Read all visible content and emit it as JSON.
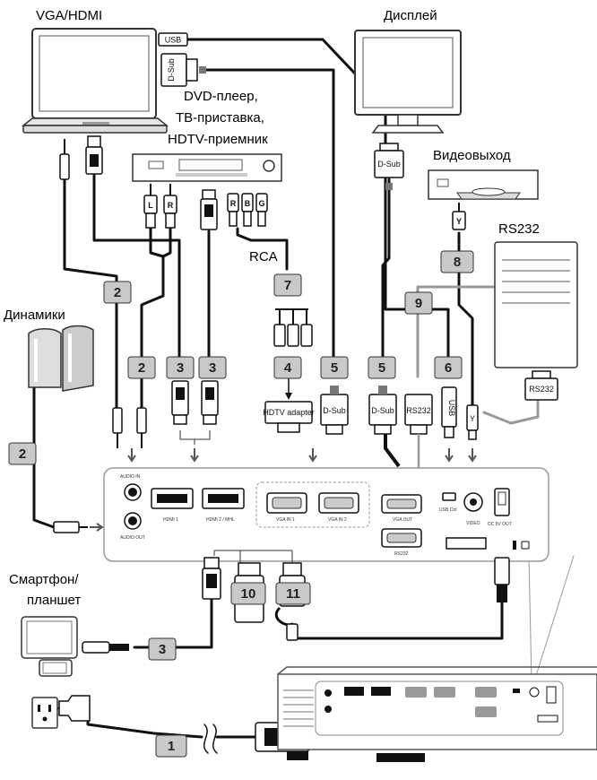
{
  "labels": {
    "vga_hdmi": "VGA/HDMI",
    "display": "Дисплей",
    "dvd_line1": "DVD-плеер,",
    "dvd_line2": "ТВ-приставка,",
    "dvd_line3": "HDTV-приемник",
    "video_out": "Видеовыход",
    "rs232": "RS232",
    "rca": "RCA",
    "speakers": "Динамики",
    "smartphone_line1": "Смартфон/",
    "smartphone_line2": "планшет"
  },
  "connectors": {
    "usb": "USB",
    "dsub": "D-Sub",
    "hdtv_adapter": "HDTV adapter",
    "rs232": "RS232",
    "audio_l": "L",
    "audio_r": "R",
    "rgb_r": "R",
    "rgb_b": "B",
    "rgb_g": "G",
    "video_y": "Y"
  },
  "ports": {
    "audio_in": "AUDIO IN",
    "audio_out": "AUDIO OUT",
    "hdmi1": "HDMI 1",
    "hdmi2": "HDMI 2 / MHL",
    "vga_in1": "VGA IN 1",
    "vga_in2": "VGA IN 2",
    "vga_out": "VGA OUT",
    "usb": "USB Ctrl",
    "video": "VIDEO",
    "dc_out": "DC 5V OUT",
    "rs232": "RS232"
  },
  "badges": {
    "b2a": "2",
    "b2b": "2",
    "b2c": "2",
    "b3a": "3",
    "b3b": "3",
    "b3c": "3",
    "b7": "7",
    "b4": "4",
    "b5a": "5",
    "b5b": "5",
    "b6": "6",
    "b9": "9",
    "b8": "8",
    "b10": "10",
    "b11": "11",
    "b1": "1"
  },
  "colors": {
    "badge_fill": "#c9c9c9",
    "cable_gray": "#999999",
    "cable_black": "#111111"
  }
}
